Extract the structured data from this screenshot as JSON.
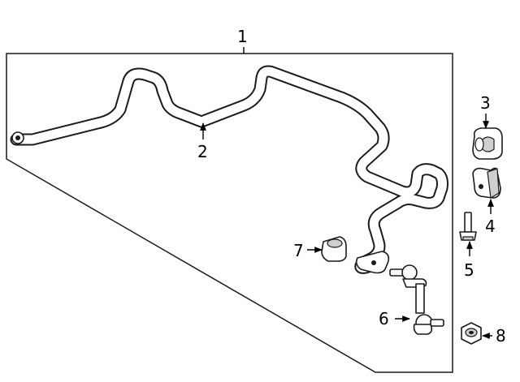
{
  "callouts": {
    "c1": "1",
    "c2": "2",
    "c3": "3",
    "c4": "4",
    "c5": "5",
    "c6": "6",
    "c7": "7",
    "c8": "8"
  },
  "parts": [
    {
      "id": "1",
      "name": "stabilizer-bar-assembly"
    },
    {
      "id": "2",
      "name": "stabilizer-bar"
    },
    {
      "id": "3",
      "name": "bushing"
    },
    {
      "id": "4",
      "name": "bushing-bracket"
    },
    {
      "id": "5",
      "name": "bolt"
    },
    {
      "id": "6",
      "name": "stabilizer-link"
    },
    {
      "id": "7",
      "name": "link-nut"
    },
    {
      "id": "8",
      "name": "nut"
    }
  ]
}
